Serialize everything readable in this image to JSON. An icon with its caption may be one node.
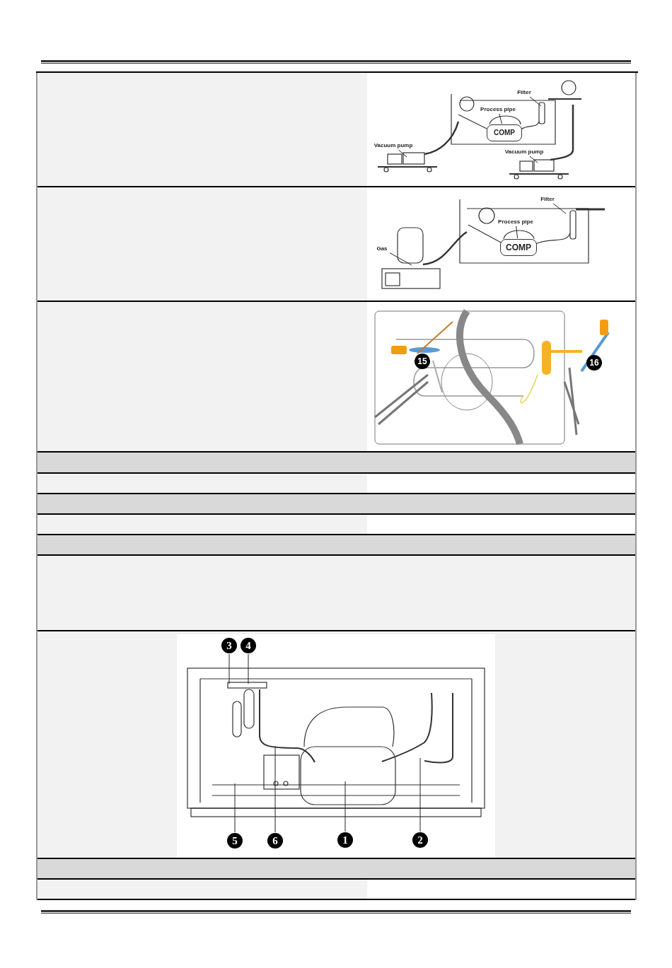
{
  "diagram": {
    "nodes": [
      {
        "text": [
          "Filter"
        ]
      },
      {
        "text": [
          "Process pipe"
        ]
      },
      {
        "text": [
          "Vacuum pump"
        ]
      },
      {
        "text": [
          "Vacuum pump"
        ]
      },
      {
        "text": [
          "Gas"
        ]
      },
      {
        "text": [
          "Filter"
        ]
      },
      {
        "text": [
          "Process pipe"
        ]
      },
      {
        "text": [
          "3"
        ]
      },
      {
        "text": [
          "4"
        ]
      },
      {
        "text": [
          "5"
        ]
      },
      {
        "text": [
          "6"
        ]
      },
      {
        "text": [
          "1"
        ]
      },
      {
        "text": [
          "2"
        ]
      },
      {
        "text": [
          "15"
        ]
      },
      {
        "text": [
          "16"
        ]
      },
      {
        "text": [
          "COMP"
        ]
      },
      {
        "text": [
          "COMP"
        ]
      }
    ],
    "edges": [
      {
        "from": 0,
        "to": null,
        "arrow": "none"
      },
      {
        "from": 1,
        "to": 15,
        "arrow": "none"
      },
      {
        "from": 2,
        "to": null,
        "arrow": "none"
      },
      {
        "from": 3,
        "to": null,
        "arrow": "none"
      },
      {
        "from": 4,
        "to": null,
        "arrow": "none"
      },
      {
        "from": 5,
        "to": null,
        "arrow": "none"
      },
      {
        "from": 6,
        "to": 16,
        "arrow": "none"
      },
      {
        "from": 7,
        "to": null,
        "arrow": "none"
      },
      {
        "from": 8,
        "to": null,
        "arrow": "none"
      },
      {
        "from": 9,
        "to": null,
        "arrow": "none"
      },
      {
        "from": 10,
        "to": null,
        "arrow": "none"
      },
      {
        "from": 11,
        "to": null,
        "arrow": "none"
      },
      {
        "from": 12,
        "to": null,
        "arrow": "none"
      }
    ]
  }
}
